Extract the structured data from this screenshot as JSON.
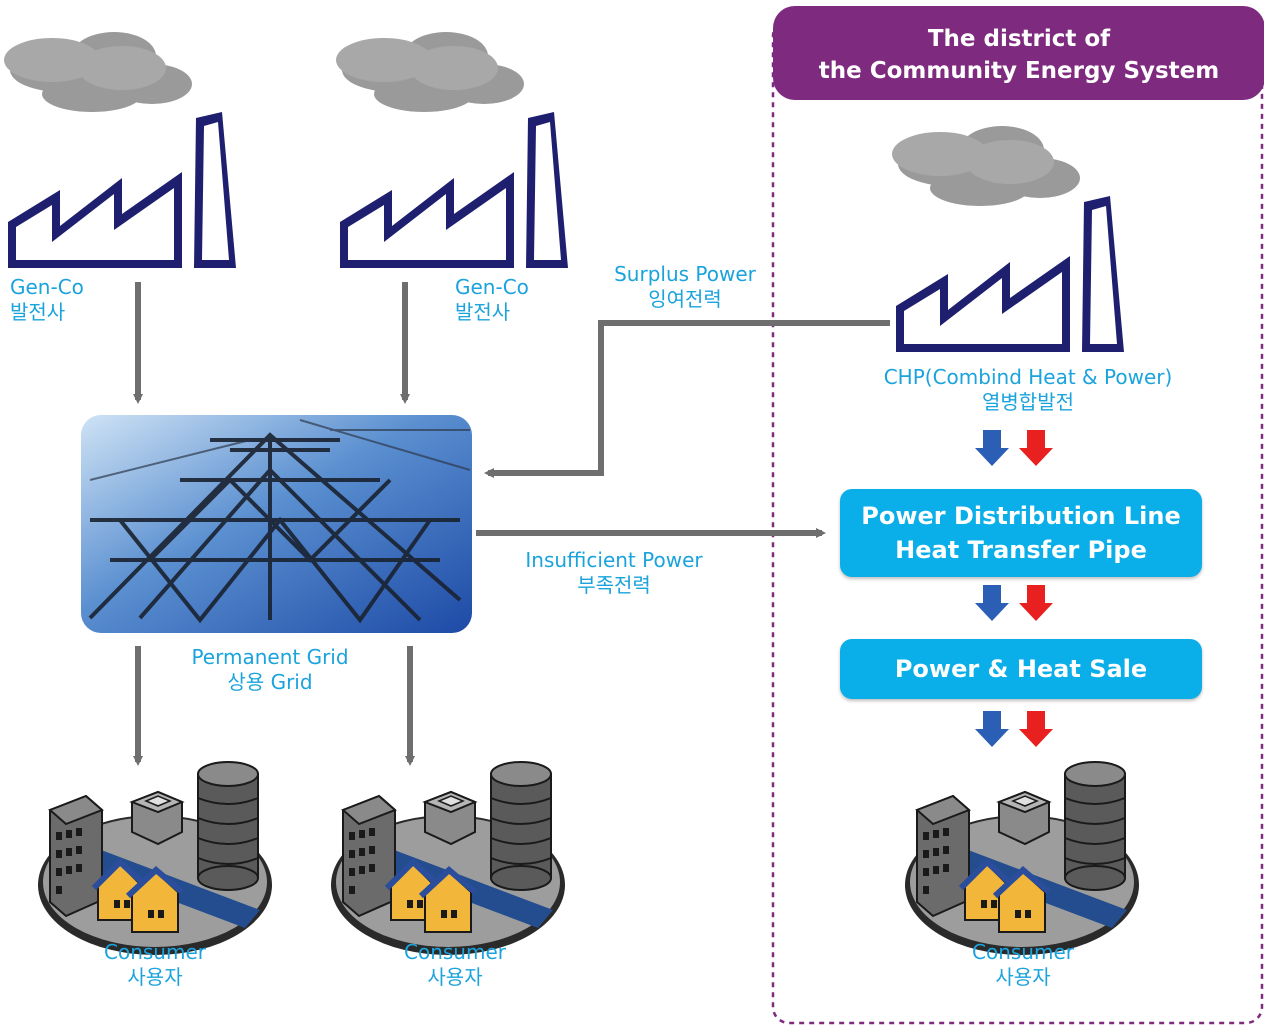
{
  "district": {
    "title_line1": "The district of",
    "title_line2": "the Community Energy System"
  },
  "genco_left": {
    "en": "Gen-Co",
    "ko": "발전사"
  },
  "genco_mid": {
    "en": "Gen-Co",
    "ko": "발전사"
  },
  "surplus": {
    "en": "Surplus Power",
    "ko": "잉여전력"
  },
  "chp": {
    "en": "CHP(Combind Heat & Power)",
    "ko": "열병합발전"
  },
  "grid": {
    "en": "Permanent Grid",
    "ko": "상용 Grid"
  },
  "insufficient": {
    "en": "Insufficient Power",
    "ko": "부족전력"
  },
  "distribution_box": {
    "line1": "Power Distribution Line",
    "line2": "Heat Transfer Pipe"
  },
  "sale_box": {
    "label": "Power & Heat Sale"
  },
  "consumers": [
    {
      "en": "Consumer",
      "ko": "사용자"
    },
    {
      "en": "Consumer",
      "ko": "사용자"
    },
    {
      "en": "Consumer",
      "ko": "사용자"
    }
  ],
  "colors": {
    "label_blue": "#1aa3dc",
    "district_purple": "#7e2a7e",
    "box_blue": "#0aaee8",
    "arrow_grey": "#6e6e6e",
    "factory_navy": "#1e1f6e",
    "power_arrow_blue": "#2b5fb6",
    "heat_arrow_red": "#e8201f"
  }
}
